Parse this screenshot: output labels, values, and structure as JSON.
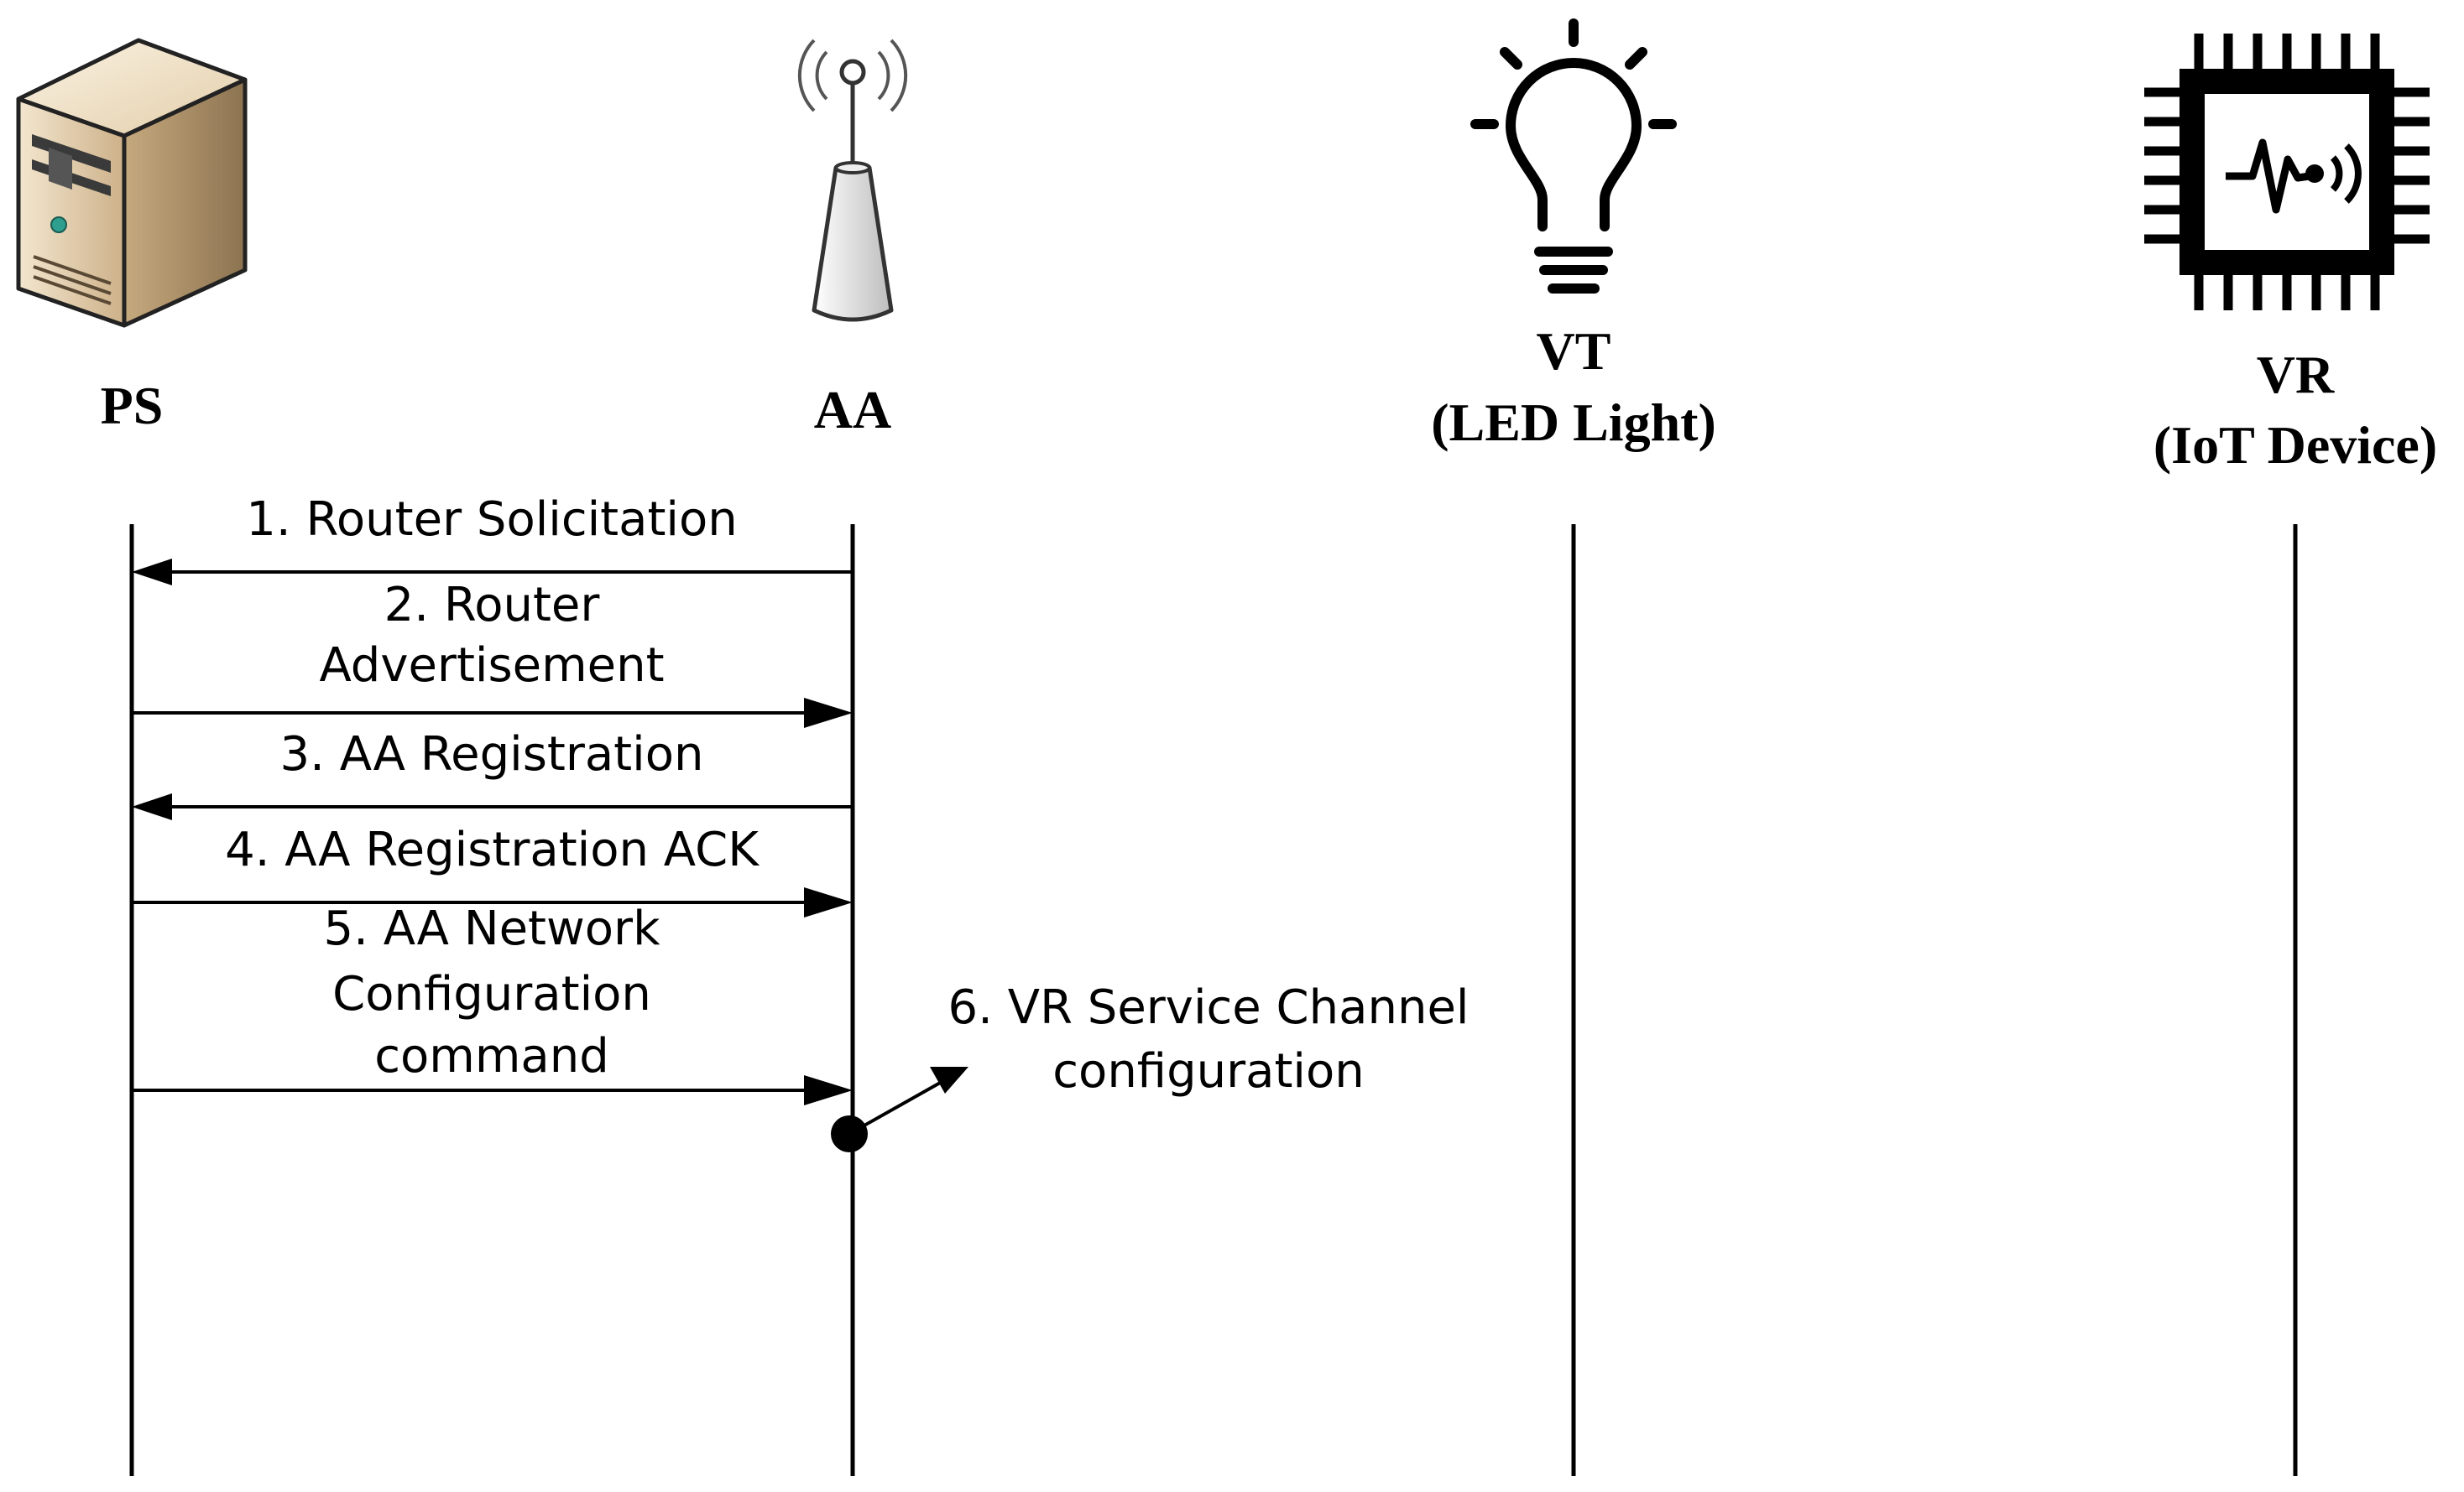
{
  "actors": [
    {
      "name": "PS",
      "subtitle": "",
      "icon": "server-icon"
    },
    {
      "name": "AA",
      "subtitle": "",
      "icon": "antenna-icon"
    },
    {
      "name": "VT",
      "subtitle": "(LED Light)",
      "icon": "light-bulb-icon"
    },
    {
      "name": "VR",
      "subtitle": "(IoT Device)",
      "icon": "iot-chip-icon"
    }
  ],
  "messages": [
    {
      "lines": [
        "1. Router Solicitation"
      ],
      "from": "AA",
      "to": "PS"
    },
    {
      "lines": [
        "2. Router",
        "Advertisement"
      ],
      "from": "PS",
      "to": "AA"
    },
    {
      "lines": [
        "3. AA Registration"
      ],
      "from": "AA",
      "to": "PS"
    },
    {
      "lines": [
        "4. AA Registration ACK"
      ],
      "from": "PS",
      "to": "AA"
    },
    {
      "lines": [
        "5. AA Network",
        "Configuration",
        "command"
      ],
      "from": "PS",
      "to": "AA"
    }
  ],
  "self_action": {
    "lines": [
      "6. VR Service Channel",
      "configuration"
    ],
    "actor": "AA"
  },
  "colors": {
    "line": "#000000",
    "server_body": "#d9c3a0",
    "server_dark": "#a58a62",
    "antenna_fill": "#e8e8e8"
  }
}
